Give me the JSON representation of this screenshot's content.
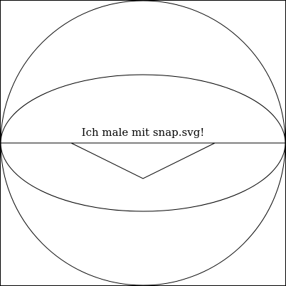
{
  "canvas": {
    "background": "#ffffff",
    "stroke_color": "#000000"
  },
  "drawing": {
    "caption": "Ich male mit snap.svg!",
    "shapes": [
      "border-rectangle",
      "circle",
      "ellipse",
      "horizontal-line",
      "v-shape"
    ]
  }
}
